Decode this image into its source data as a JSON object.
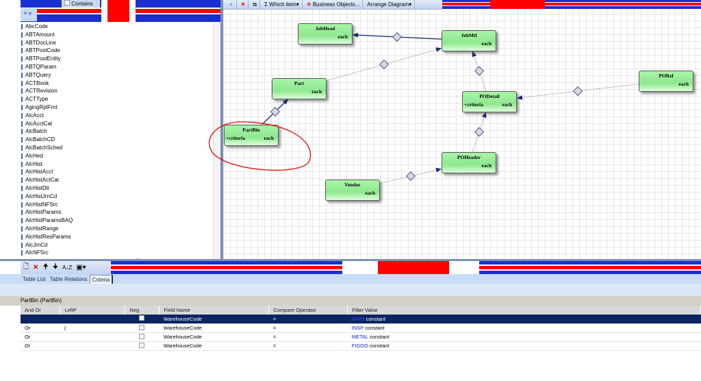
{
  "search": {
    "contains_label": "Contains",
    "contains_checked": false
  },
  "table_list": [
    "AbcCode",
    "ABTAmount",
    "ABTDocLine",
    "ABTPostCode",
    "ABTPostEntity",
    "ABTQParam",
    "ABTQuery",
    "ACTBook",
    "ACTRevision",
    "ACTType",
    "AgingRptFmt",
    "AlcAcct",
    "AlcAcctCat",
    "AlcBatch",
    "AlcBatchCD",
    "AlcBatchSched",
    "AlcHed",
    "AlcHist",
    "AlcHistAcct",
    "AlcHistActCat",
    "AlcHistDtl",
    "AlcHistJrnCd",
    "AlcHistNFSrc",
    "AlcHistParams",
    "AlcHistParamsBAQ",
    "AlcHistRange",
    "AlcHistResParams",
    "AlcJrnCd",
    "AlcNFSrc"
  ],
  "diagram_toolbar": {
    "link_icon": "link-icon",
    "delete_icon": "delete-x-icon",
    "sum_icon": "sigma-icon",
    "which_item": "Which item",
    "business_objects": "Business Objects...",
    "arrange_diagram": "Arrange Diagram"
  },
  "nodes": [
    {
      "name": "JobHead",
      "each": "each",
      "criteria": ""
    },
    {
      "name": "JobMtl",
      "each": "each",
      "criteria": ""
    },
    {
      "name": "Part",
      "each": "each",
      "criteria": ""
    },
    {
      "name": "PartBin",
      "each": "each",
      "criteria": "+criteria"
    },
    {
      "name": "PODetail",
      "each": "each",
      "criteria": "+criteria"
    },
    {
      "name": "PORel",
      "each": "each",
      "criteria": ""
    },
    {
      "name": "POHeader",
      "each": "each",
      "criteria": ""
    },
    {
      "name": "Vendor",
      "each": "each",
      "criteria": ""
    }
  ],
  "bottom_toolbar": {
    "icons": [
      "new-icon",
      "delete-icon",
      "up-arrow-icon",
      "down-arrow-icon",
      "sort-az-icon",
      "properties-icon"
    ]
  },
  "tabs": [
    {
      "label": "Table List"
    },
    {
      "label": "Table Relations"
    },
    {
      "label": "Criteria",
      "active": true
    }
  ],
  "criteria": {
    "group": "PartBin (PartBin)",
    "columns": [
      "And Or",
      "LeftP",
      "Neg",
      "Field Name",
      "Compare Operator",
      "Filter Value"
    ],
    "rows": [
      {
        "andor": "",
        "leftp": "",
        "neg": false,
        "field": "WarehouseCode",
        "op": "=",
        "value": "MAIN",
        "type": "constant",
        "selected": true
      },
      {
        "andor": "Or",
        "leftp": "(",
        "neg": false,
        "field": "WarehouseCode",
        "op": "=",
        "value": "INSP",
        "type": "constant"
      },
      {
        "andor": "Or",
        "leftp": "",
        "neg": false,
        "field": "WarehouseCode",
        "op": "=",
        "value": "METAL",
        "type": "constant"
      },
      {
        "andor": "Or",
        "leftp": "",
        "neg": false,
        "field": "WarehouseCode",
        "op": "=",
        "value": "FIGOO",
        "type": "constant"
      }
    ]
  },
  "colors": {
    "node_fill": "#98ee98",
    "selected_row": "#0c2461",
    "annotation": "#ee0000",
    "filter_value": "#2222dd"
  }
}
